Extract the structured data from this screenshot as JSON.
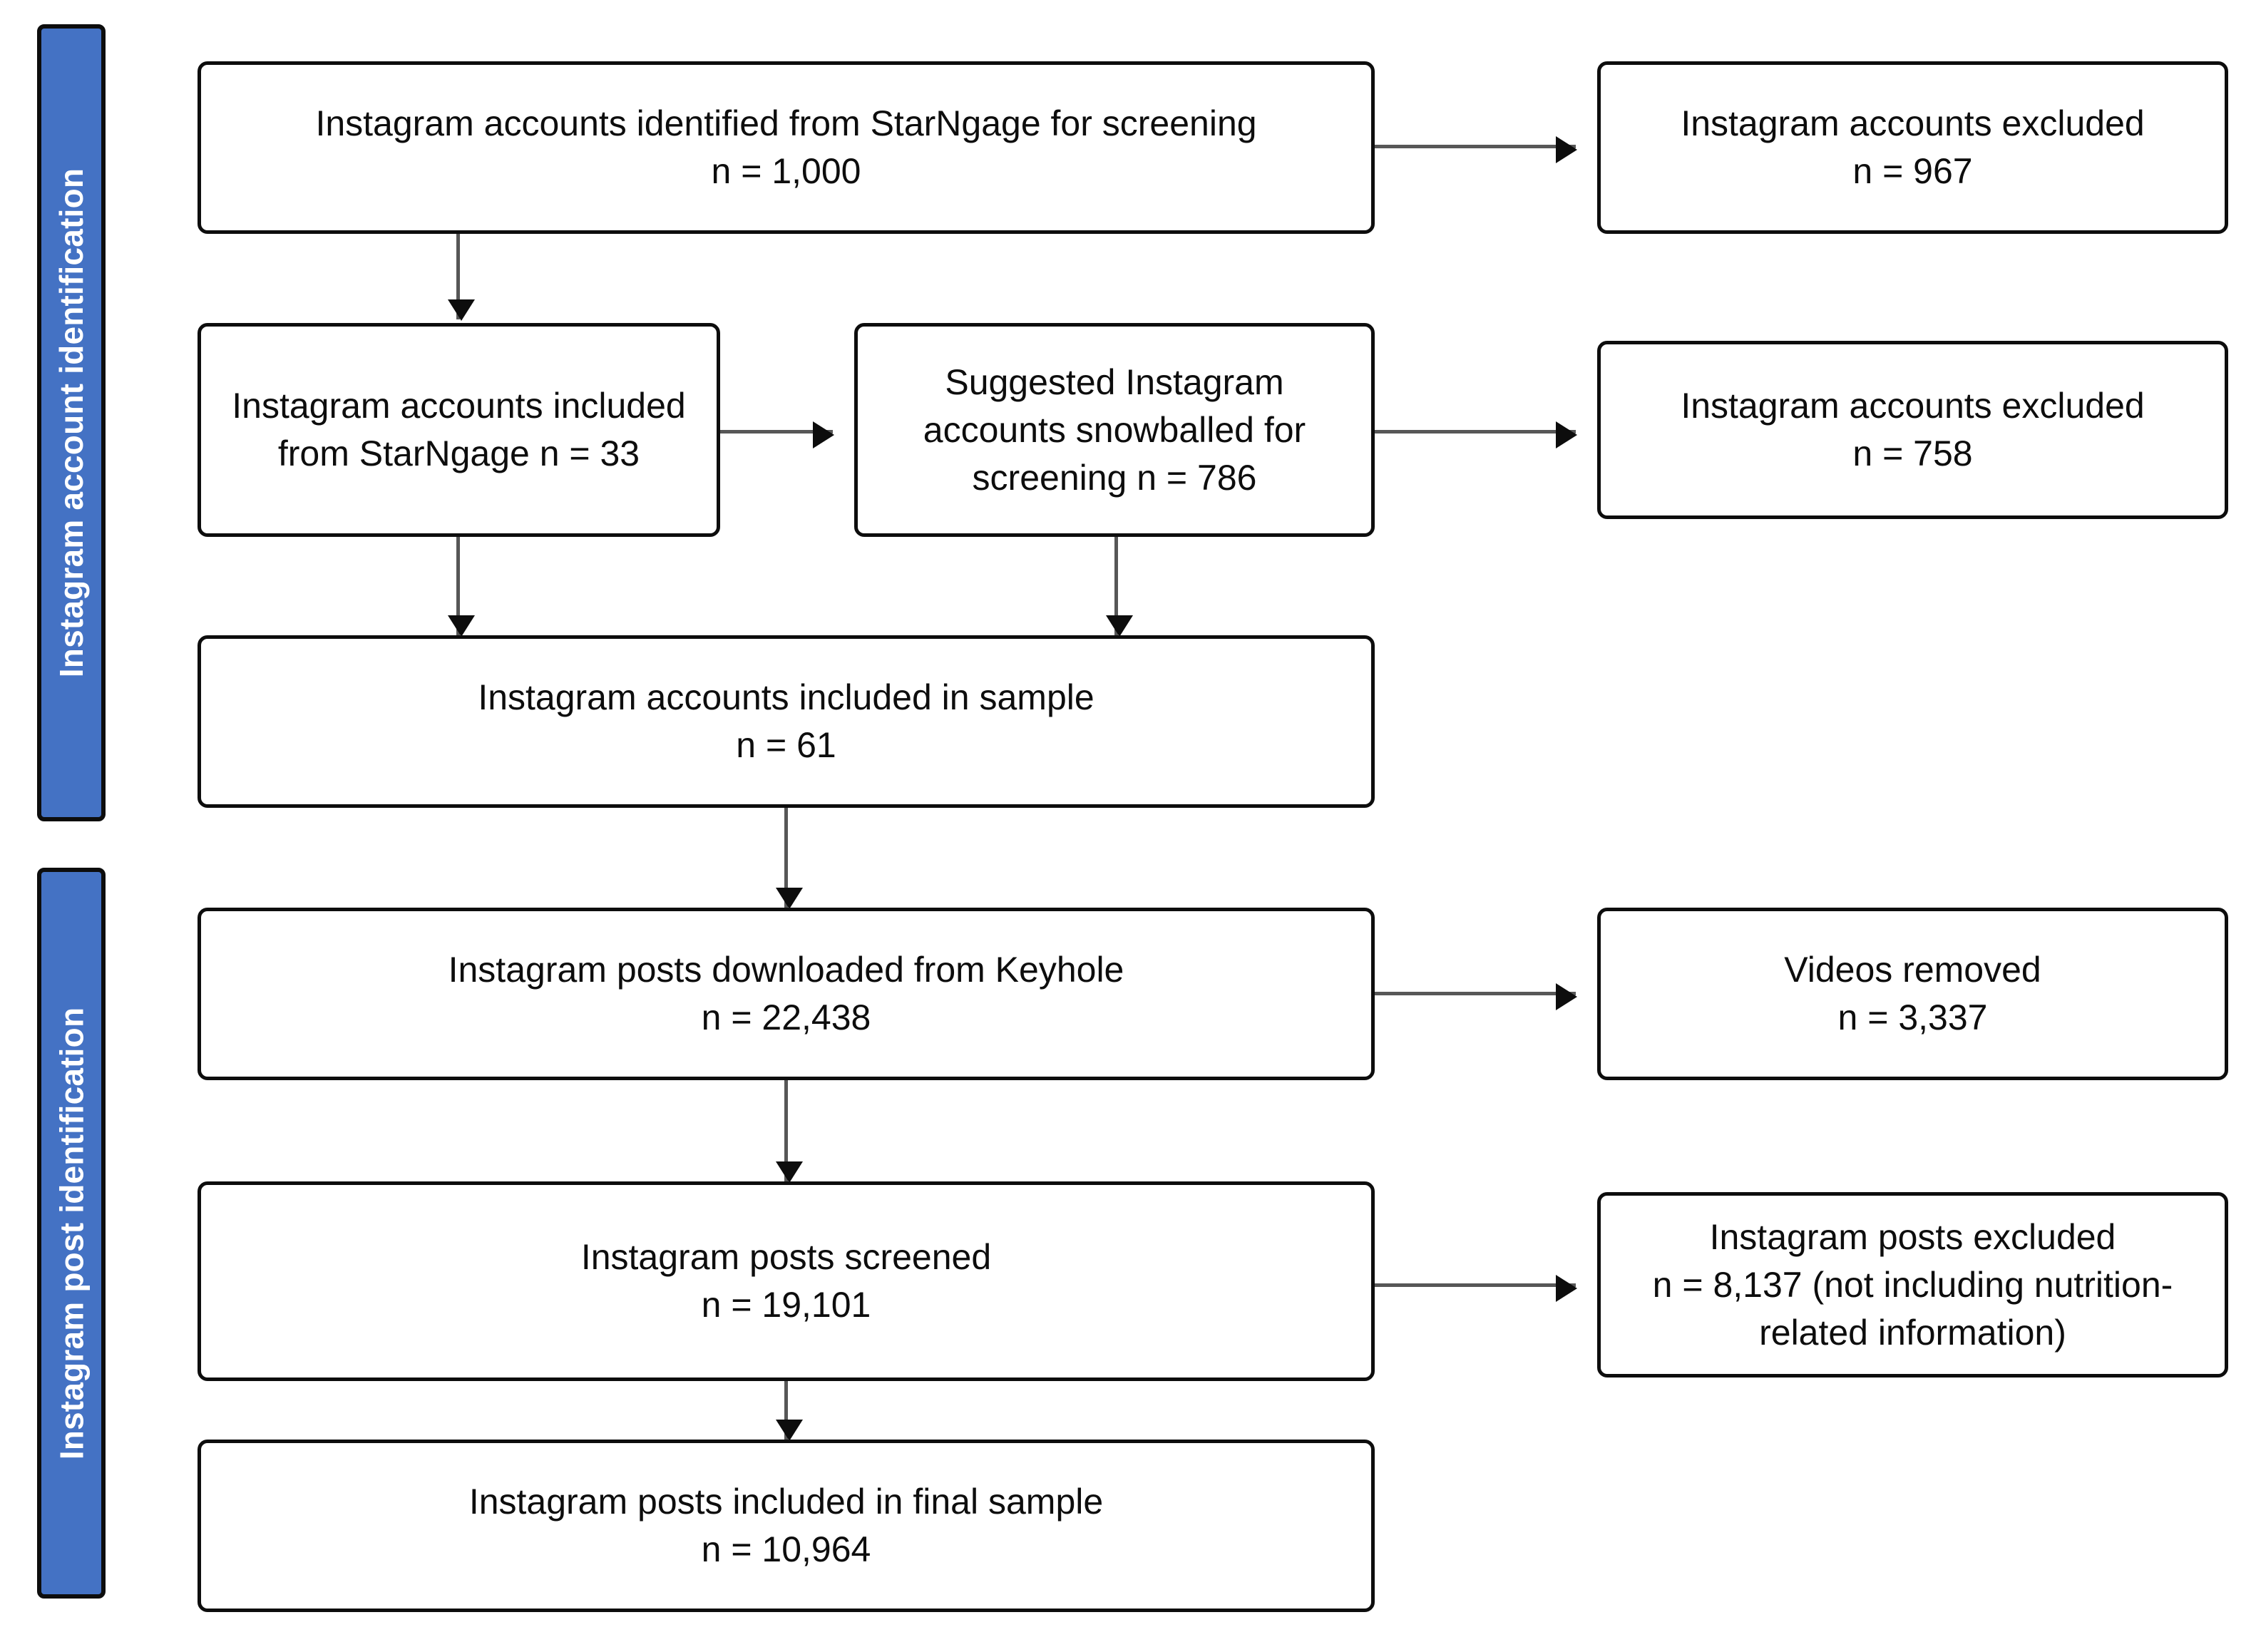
{
  "diagram": {
    "title": "Instagram account and post identification flow diagram",
    "accent_color": "#4472C4",
    "box_border_color": "#0D0D0D",
    "connector_color": "#575757",
    "phases": [
      {
        "id": "account-identification",
        "label": "Instagram account identification"
      },
      {
        "id": "post-identification",
        "label": "Instagram post identification"
      }
    ],
    "boxes": [
      {
        "id": "identified",
        "line1": "Instagram accounts identified from StarNgage for screening",
        "line2": "n = 1,000"
      },
      {
        "id": "excluded-1",
        "line1": "Instagram accounts excluded",
        "line2": "n = 967"
      },
      {
        "id": "included-starngage",
        "line1": "Instagram accounts included",
        "line2": "from StarNgage n = 33"
      },
      {
        "id": "snowballed",
        "line1": "Suggested Instagram",
        "line2": "accounts snowballed for",
        "line3": "screening n = 786"
      },
      {
        "id": "excluded-2",
        "line1": "Instagram accounts excluded",
        "line2": "n = 758"
      },
      {
        "id": "accounts-in-sample",
        "line1": "Instagram accounts included in sample",
        "line2": "n = 61"
      },
      {
        "id": "posts-downloaded",
        "line1": "Instagram posts downloaded from Keyhole",
        "line2": "n = 22,438"
      },
      {
        "id": "videos-removed",
        "line1": "Videos removed",
        "line2": "n = 3,337"
      },
      {
        "id": "posts-screened",
        "line1": "Instagram posts screened",
        "line2": "n = 19,101"
      },
      {
        "id": "posts-excluded",
        "line1": "Instagram posts excluded",
        "line2": "n = 8,137 (not including nutrition-",
        "line3": "related information)"
      },
      {
        "id": "posts-final",
        "line1": "Instagram posts included in final sample",
        "line2": "n = 10,964"
      }
    ]
  }
}
